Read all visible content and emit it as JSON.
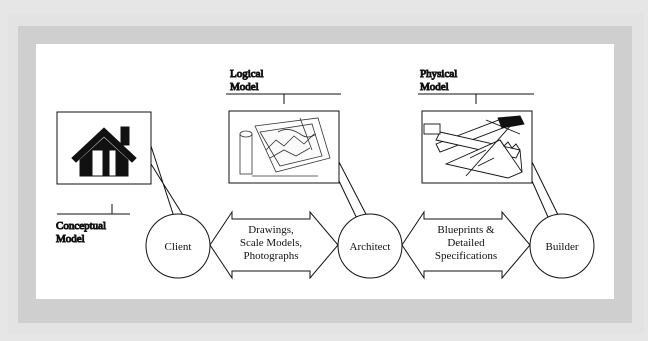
{
  "diagram": {
    "labels": {
      "logical_model": [
        "Logical",
        "Model"
      ],
      "physical_model": [
        "Physical",
        "Model"
      ],
      "conceptual_model": [
        "Conceptual",
        "Model"
      ]
    },
    "nodes": {
      "client": "Client",
      "architect": "Architect",
      "builder": "Builder"
    },
    "arrows": {
      "client_architect": [
        "Drawings,",
        "Scale Models,",
        "Photographs"
      ],
      "architect_builder": [
        "Blueprints &",
        "Detailed",
        "Specifications"
      ]
    },
    "icons": {
      "conceptual": "house-icon",
      "logical": "drawings-icon",
      "physical": "tools-icon"
    }
  }
}
